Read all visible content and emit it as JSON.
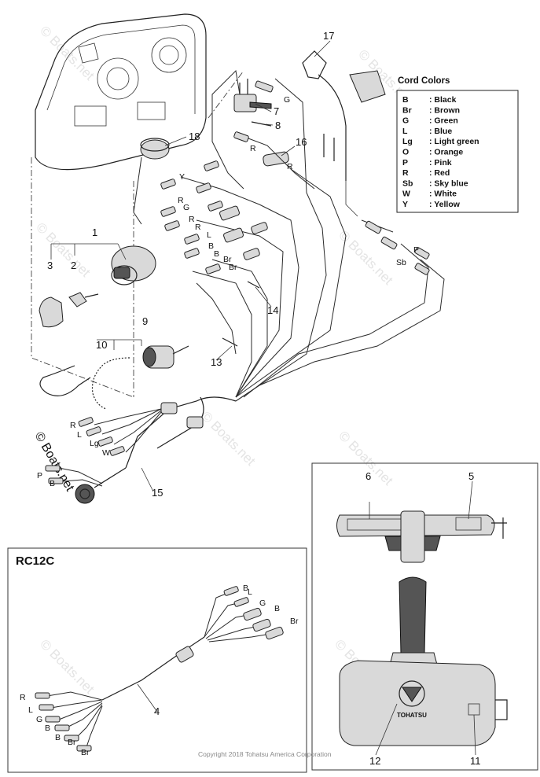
{
  "watermark": {
    "text": "© Boats.net"
  },
  "copyright": "Copyright 2018 Tohatsu America Corporation",
  "brand_label": "TOHATSU",
  "section": {
    "title": "RC12C"
  },
  "legend": {
    "title": "Cord Colors",
    "entries": [
      {
        "code": "B",
        "name": ": Black"
      },
      {
        "code": "Br",
        "name": ": Brown"
      },
      {
        "code": "G",
        "name": ": Green"
      },
      {
        "code": "L",
        "name": ": Blue"
      },
      {
        "code": "Lg",
        "name": ": Light green"
      },
      {
        "code": "O",
        "name": ": Orange"
      },
      {
        "code": "P",
        "name": ": Pink"
      },
      {
        "code": "R",
        "name": ": Red"
      },
      {
        "code": "Sb",
        "name": ": Sky blue"
      },
      {
        "code": "W",
        "name": ": White"
      },
      {
        "code": "Y",
        "name": ": Yellow"
      }
    ]
  },
  "callouts": {
    "c1": "1",
    "c2": "2",
    "c3": "3",
    "c4": "4",
    "c5": "5",
    "c6": "6",
    "c7": "7",
    "c8": "8",
    "c9": "9",
    "c10": "10",
    "c11": "11",
    "c12": "12",
    "c13": "13",
    "c14": "14",
    "c15": "15",
    "c16": "16",
    "c17": "17",
    "c18": "18"
  },
  "wire_labels": {
    "top_g": "G",
    "top_r": "R",
    "top_r2": "R",
    "y1": "Y",
    "r1": "R",
    "g1": "G",
    "r2": "R",
    "r3": "R",
    "l1": "L",
    "b1": "B",
    "b2": "B",
    "br1": "Br",
    "br2": "Br",
    "p_right": "P",
    "sb_right": "Sb",
    "h_r": "R",
    "h_l": "L",
    "h_lg": "Lg",
    "h_w": "W",
    "h_p": "P",
    "h_b": "B",
    "rc_b1": "B",
    "rc_l": "L",
    "rc_g": "G",
    "rc_b2": "B",
    "rc_br": "Br",
    "rl_r": "R",
    "rl_l": "L",
    "rl_g": "G",
    "rl_b1": "B",
    "rl_b2": "B",
    "rl_br1": "Br",
    "rl_br2": "Br"
  }
}
